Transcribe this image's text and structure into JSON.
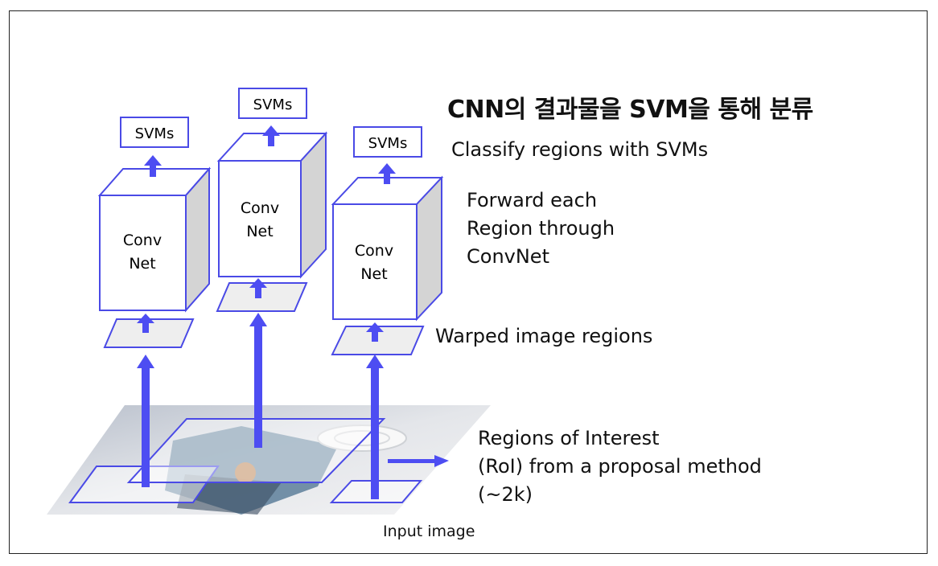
{
  "title": "CNN의 결과물을 SVM을 통해 분류",
  "annotations": {
    "classify": "Classify regions with SVMs",
    "forward": [
      "Forward each",
      "Region through",
      "ConvNet"
    ],
    "warped": "Warped image regions",
    "roi": [
      "Regions of Interest",
      "(RoI) from a proposal method",
      "(~2k)"
    ],
    "input_image": "Input image"
  },
  "pipelines": [
    {
      "svm_label": "SVMs",
      "net_label": [
        "Conv",
        "Net"
      ]
    },
    {
      "svm_label": "SVMs",
      "net_label": [
        "Conv",
        "Net"
      ]
    },
    {
      "svm_label": "SVMs",
      "net_label": [
        "Conv",
        "Net"
      ]
    }
  ],
  "colors": {
    "accent": "#4d4df2",
    "box_stroke": "#4a4ae6",
    "side_face": "#d4d4d4",
    "region_fill": "#eeeeee"
  }
}
